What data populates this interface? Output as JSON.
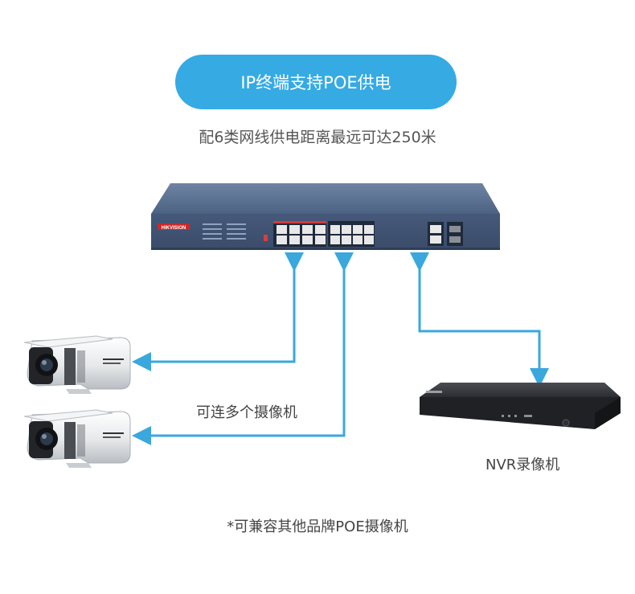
{
  "title": "IP终端支持POE供电",
  "subtitle": "配6类网线供电距离最远可达250米",
  "switch": {
    "brand": "HIKVISION"
  },
  "labels": {
    "cameras": "可连多个摄像机",
    "nvr": "NVR录像机",
    "note": "*可兼容其他品牌POE摄像机"
  },
  "colors": {
    "accent": "#35aae3",
    "arrow": "#3aa8dc",
    "switch_body": "#4a5f7c",
    "nvr_body": "#2a2c30"
  }
}
